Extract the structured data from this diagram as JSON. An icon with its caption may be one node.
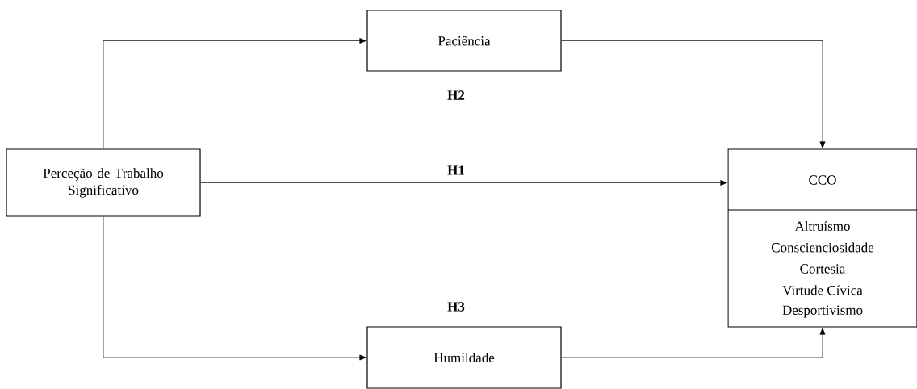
{
  "diagram": {
    "nodes": [
      {
        "text": [
          "Perceção de Trabalho Significativo"
        ]
      },
      {
        "text": [
          "Paciência"
        ]
      },
      {
        "text": [
          "Humildade"
        ]
      },
      {
        "text": [
          "CCO",
          "Altruísmo",
          "Conscienciosidade",
          "Cortesia",
          "Virtude Cívica",
          "Desportivismo"
        ]
      }
    ],
    "edges": [
      {
        "from": 0,
        "to": 1,
        "arrow": "to"
      },
      {
        "from": 1,
        "to": 3,
        "arrow": "to"
      },
      {
        "from": 0,
        "to": 3,
        "arrow": "to"
      },
      {
        "from": 0,
        "to": 2,
        "arrow": "to"
      },
      {
        "from": 2,
        "to": 3,
        "arrow": "to"
      }
    ],
    "labels": [
      "H2",
      "H1",
      "H3"
    ]
  }
}
